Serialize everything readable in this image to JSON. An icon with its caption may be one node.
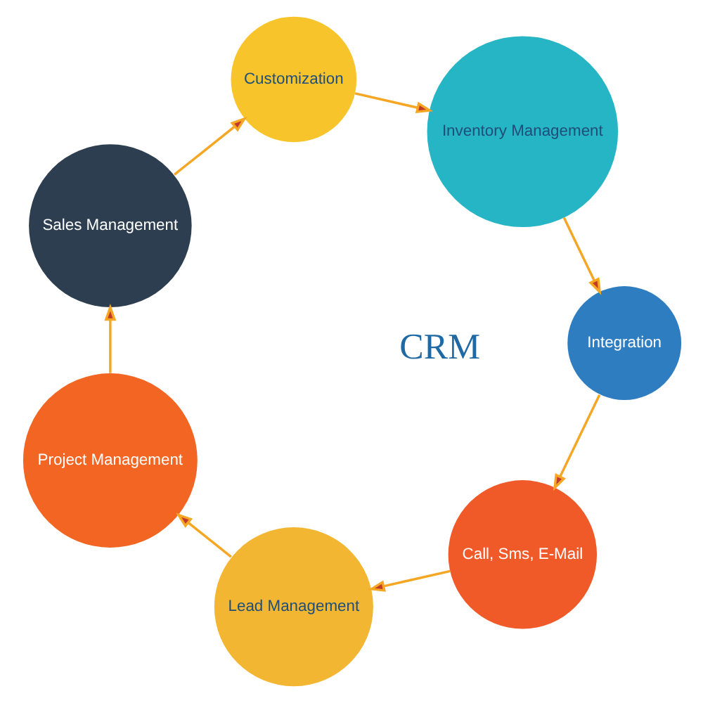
{
  "diagram": {
    "nodes": [
      {
        "text": [
          "Call, Sms, E-Mail"
        ]
      },
      {
        "text": [
          "Lead Management"
        ]
      },
      {
        "text": [
          "Project Management"
        ]
      },
      {
        "text": [
          "Sales Management"
        ]
      },
      {
        "text": [
          "Customization"
        ]
      },
      {
        "text": [
          "Inventory Management"
        ]
      },
      {
        "text": [
          "Integration"
        ]
      }
    ],
    "edges": [
      {
        "from": 0,
        "to": 1,
        "arrow": "to"
      },
      {
        "from": 1,
        "to": 2,
        "arrow": "to"
      },
      {
        "from": 2,
        "to": 3,
        "arrow": "to"
      },
      {
        "from": 3,
        "to": 4,
        "arrow": "to"
      },
      {
        "from": 4,
        "to": 5,
        "arrow": "to"
      },
      {
        "from": 5,
        "to": 6,
        "arrow": "to"
      },
      {
        "from": 6,
        "to": 0,
        "arrow": "to"
      }
    ],
    "labels": [
      "CRM"
    ]
  }
}
